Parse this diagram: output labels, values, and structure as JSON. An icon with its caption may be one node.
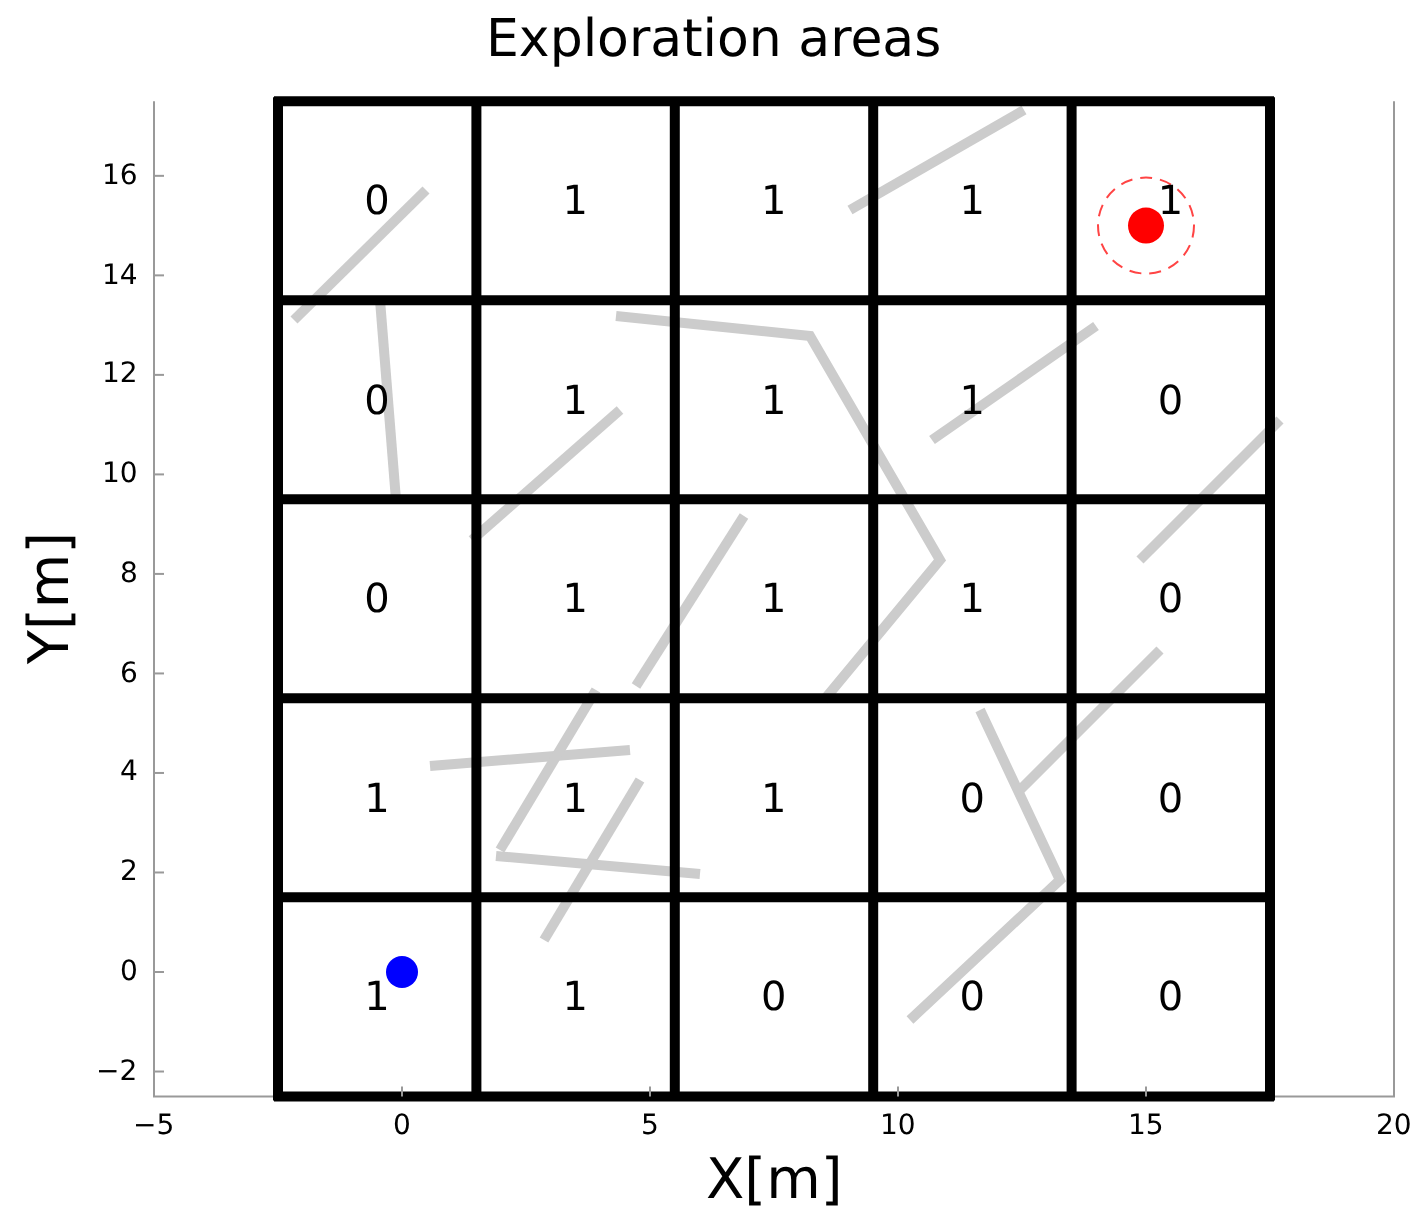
{
  "diagram": {
    "title": "Exploration areas",
    "labels": [
      "0",
      "1",
      "1",
      "1",
      "1",
      "0",
      "1",
      "1",
      "1",
      "0",
      "0",
      "1",
      "1",
      "1",
      "0",
      "1",
      "1",
      "1",
      "0",
      "0",
      "1",
      "1",
      "0",
      "0",
      "0",
      "16",
      "14",
      "12",
      "10",
      "8",
      "6",
      "4",
      "2",
      "0",
      "−2",
      "−5",
      "0",
      "5",
      "10",
      "15",
      "20",
      "X[m]",
      "Y[m]"
    ]
  }
}
